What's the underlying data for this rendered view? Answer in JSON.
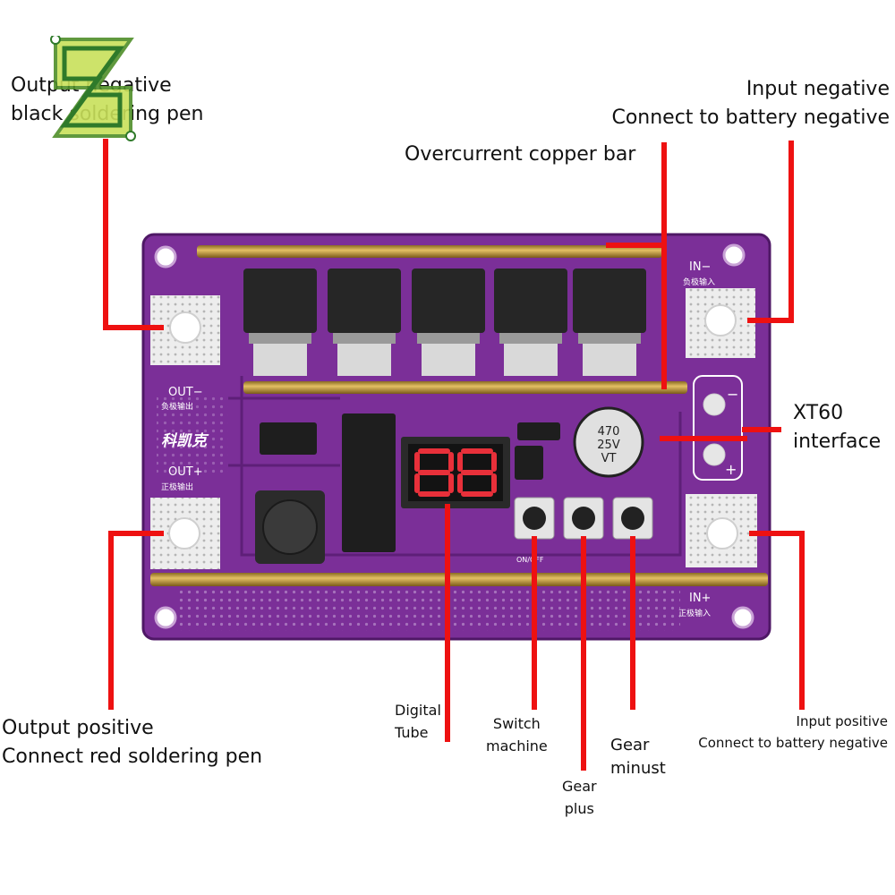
{
  "labels": {
    "output_negative": [
      "Output negative",
      "black soldering pen"
    ],
    "input_negative": [
      "Input negative",
      "Connect to battery negative"
    ],
    "copper_bar": "Overcurrent copper bar",
    "xt60": [
      "XT60",
      "interface"
    ],
    "output_positive": [
      "Output positive",
      "Connect red soldering pen"
    ],
    "digital_tube": [
      "Digital",
      "Tube"
    ],
    "switch_machine": [
      "Switch",
      "machine"
    ],
    "gear_plus": [
      "Gear",
      "plus"
    ],
    "gear_minus": [
      "Gear",
      "minust"
    ],
    "input_positive": [
      "Input positive",
      "Connect to battery negative"
    ]
  },
  "board_silkscreen": {
    "in_minus": "IN−",
    "in_minus_cn": "负极输入",
    "in_plus": "IN+",
    "in_plus_cn": "正极输入",
    "out_minus": "OUT−",
    "out_minus_cn": "负极输出",
    "out_plus": "OUT+",
    "out_plus_cn": "正极输出",
    "brand": "科凯克",
    "on_off": "ON/OFF",
    "capacitor": [
      "470",
      "25V",
      "VT"
    ],
    "xt60_minus": "−",
    "xt60_plus": "+"
  },
  "colors": {
    "board": "#7b2f98",
    "board_dark": "#5e1f78",
    "copper": "#c89a3a",
    "callout_line": "#ee1111",
    "display_digit": "#e8303a",
    "mosfet": "#2a2a2a",
    "pad": "#ececec",
    "logo_green": "#6fbf3a",
    "logo_lime": "#c8e05a"
  },
  "icons": [
    "brand-logo-icon"
  ]
}
